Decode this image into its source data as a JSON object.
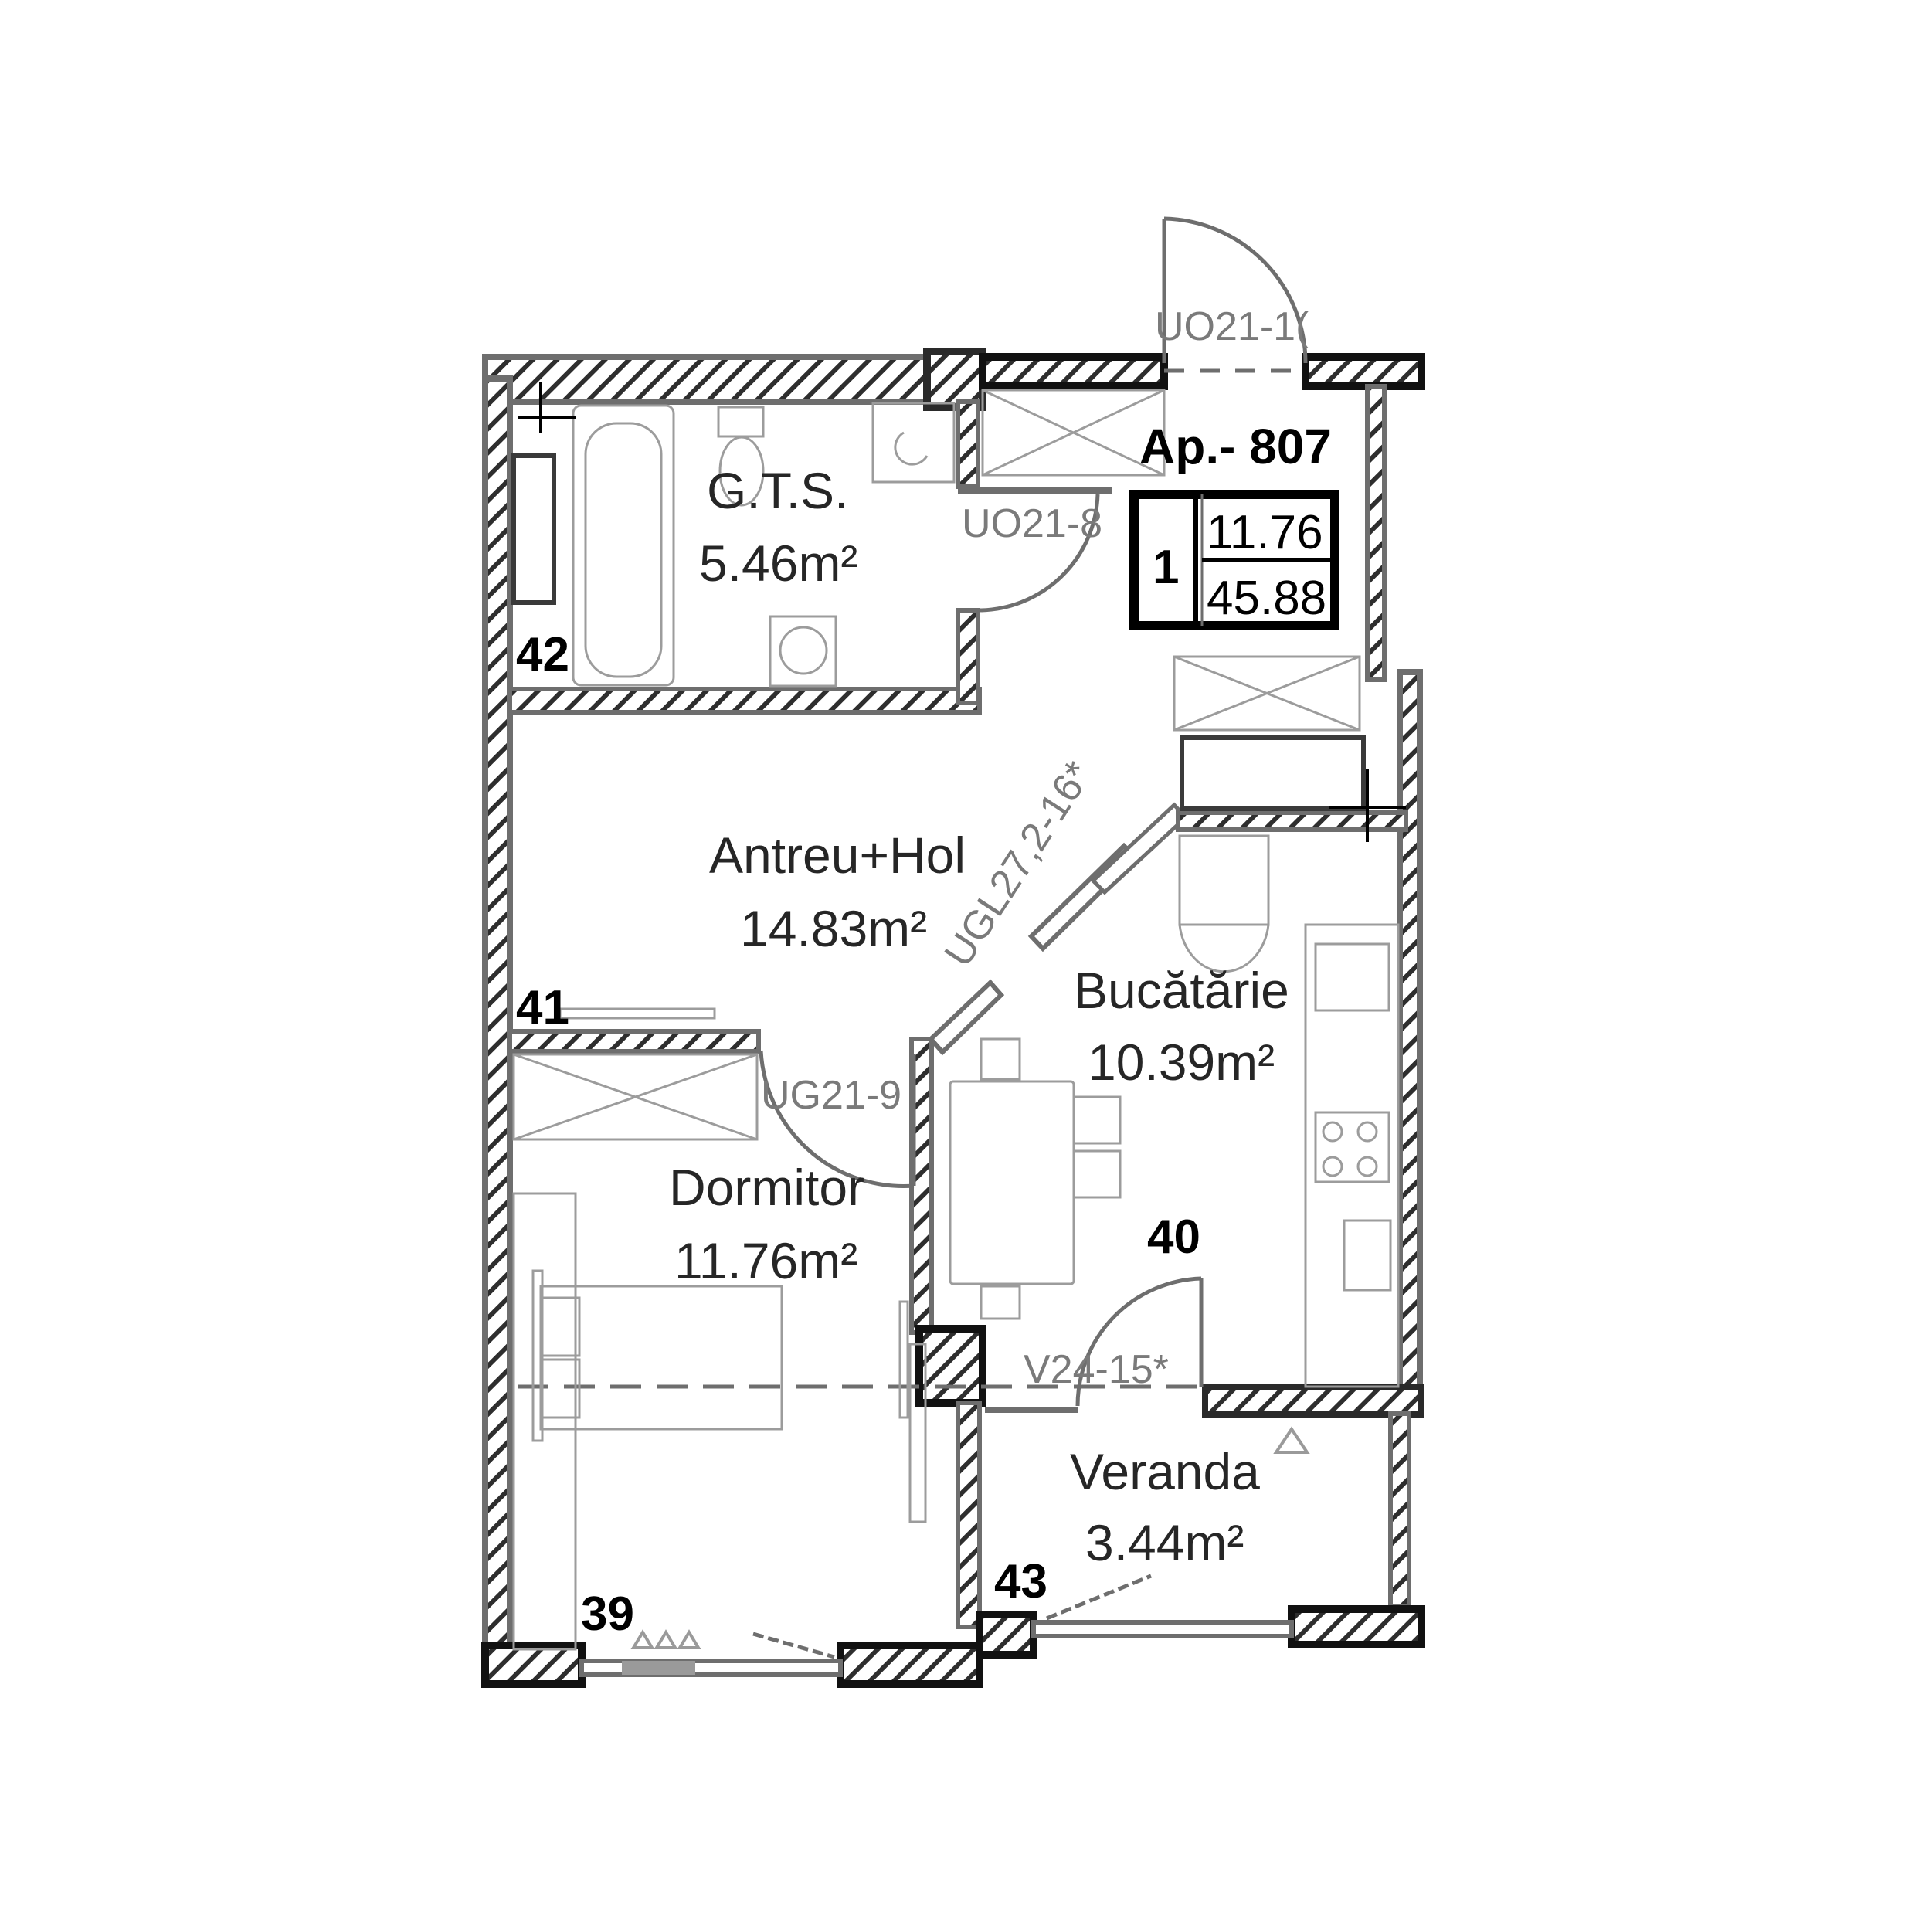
{
  "plan": {
    "apartment_label": "Ap.- 807",
    "summary_box": {
      "rooms_count": "1",
      "living_area": "11.76",
      "total_area": "45.88"
    },
    "colors": {
      "wall_dark": "#2a2a2a",
      "wall_mid": "#6e6e6e",
      "furniture": "#bdbdbd",
      "label_gray": "#7a7a7a",
      "text": "#262626"
    }
  },
  "rooms": [
    {
      "id": "gts",
      "name": "G.T.S.",
      "area": "5.46m²"
    },
    {
      "id": "antreu",
      "name": "Antreu+Hol",
      "area": "14.83m²"
    },
    {
      "id": "bucatarie",
      "name": "Bucătărie",
      "area": "10.39m²"
    },
    {
      "id": "dormitor",
      "name": "Dormitor",
      "area": "11.76m²"
    },
    {
      "id": "veranda",
      "name": "Veranda",
      "area": "3.44m²"
    }
  ],
  "door_tags": [
    {
      "id": "entry",
      "label": "UO21-1("
    },
    {
      "id": "bath",
      "label": "UO21-8"
    },
    {
      "id": "kitchen-glass",
      "label": "UGL27,2-16*"
    },
    {
      "id": "bedroom",
      "label": "UG21-9"
    },
    {
      "id": "veranda-door",
      "label": "V24-15*"
    }
  ],
  "wall_numbers": [
    "39",
    "40",
    "41",
    "42",
    "43"
  ]
}
